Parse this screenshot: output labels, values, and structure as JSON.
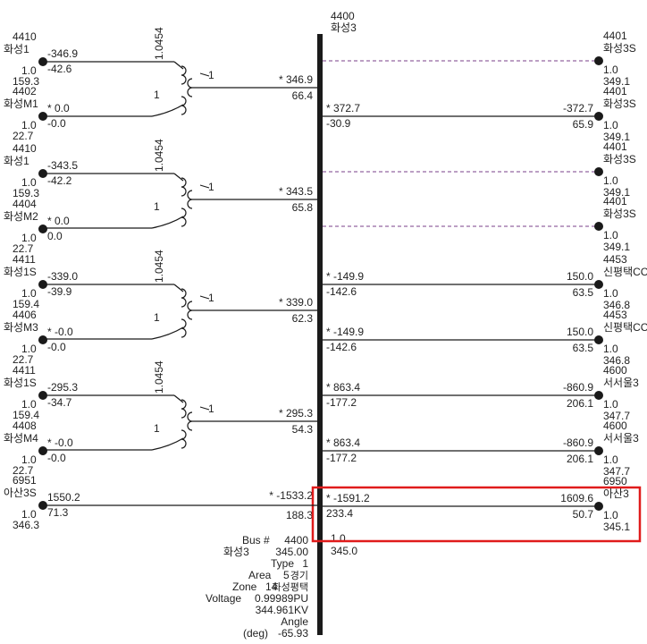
{
  "colors": {
    "line": "#1a1a1a",
    "dashed": "#7a3f8a",
    "highlight": "#e01b1b",
    "text": "#222222"
  },
  "main_bus": {
    "number": "4400",
    "name": "화성3"
  },
  "left_nodes": [
    {
      "num": "4410",
      "name": "화성1",
      "pu": "1.0",
      "kv": "159.3",
      "p": "-346.9",
      "q": "-42.6"
    },
    {
      "num": "4402",
      "name": "화성M1",
      "pu": "1.0",
      "kv": "22.7",
      "p": "* 0.0",
      "q": "-0.0"
    },
    {
      "num": "4410",
      "name": "화성1",
      "pu": "1.0",
      "kv": "159.3",
      "p": "-343.5",
      "q": "-42.2"
    },
    {
      "num": "4404",
      "name": "화성M2",
      "pu": "1.0",
      "kv": "22.7",
      "p": "* 0.0",
      "q": "0.0"
    },
    {
      "num": "4411",
      "name": "화성1S",
      "pu": "1.0",
      "kv": "159.4",
      "p": "-339.0",
      "q": "-39.9"
    },
    {
      "num": "4406",
      "name": "화성M3",
      "pu": "1.0",
      "kv": "22.7",
      "p": "* -0.0",
      "q": "-0.0"
    },
    {
      "num": "4411",
      "name": "화성1S",
      "pu": "1.0",
      "kv": "159.4",
      "p": "-295.3",
      "q": "-34.7"
    },
    {
      "num": "4408",
      "name": "화성M4",
      "pu": "1.0",
      "kv": "22.7",
      "p": "* -0.0",
      "q": "-0.0"
    },
    {
      "num": "6951",
      "name": "아산3S",
      "pu": "1.0",
      "kv": "346.3",
      "p": "1550.2",
      "q": "71.3"
    }
  ],
  "transformers": [
    {
      "ratio": "1.0454",
      "tap": "1",
      "tap2": "1",
      "p": "* 346.9",
      "q": "66.4"
    },
    {
      "ratio": "1.0454",
      "tap": "1",
      "tap2": "1",
      "p": "* 343.5",
      "q": "65.8"
    },
    {
      "ratio": "1.0454",
      "tap": "1",
      "tap2": "1",
      "p": "* 339.0",
      "q": "62.3"
    },
    {
      "ratio": "1.0454",
      "tap": "1",
      "tap2": "1",
      "p": "* 295.3",
      "q": "54.3"
    }
  ],
  "bottom_left_flow": {
    "p": "* -1533.2",
    "q": "188.3"
  },
  "right_branches": [
    {
      "num": "4401",
      "name": "화성3S",
      "pu": "1.0",
      "kv": "349.1",
      "dashed": true,
      "p_bus": "",
      "q_bus": "",
      "p_far": "",
      "q_far": ""
    },
    {
      "num": "4401",
      "name": "화성3S",
      "pu": "1.0",
      "kv": "349.1",
      "dashed": false,
      "p_bus": "* 372.7",
      "q_bus": "-30.9",
      "p_far": "-372.7",
      "q_far": "65.9"
    },
    {
      "num": "4401",
      "name": "화성3S",
      "pu": "1.0",
      "kv": "349.1",
      "dashed": true,
      "p_bus": "",
      "q_bus": "",
      "p_far": "",
      "q_far": ""
    },
    {
      "num": "4401",
      "name": "화성3S",
      "pu": "1.0",
      "kv": "349.1",
      "dashed": true,
      "p_bus": "",
      "q_bus": "",
      "p_far": "",
      "q_far": ""
    },
    {
      "num": "4453",
      "name": "신평택CC",
      "pu": "1.0",
      "kv": "346.8",
      "dashed": false,
      "p_bus": "* -149.9",
      "q_bus": "-142.6",
      "p_far": "150.0",
      "q_far": "63.5"
    },
    {
      "num": "4453",
      "name": "신평택CC",
      "pu": "1.0",
      "kv": "346.8",
      "dashed": false,
      "p_bus": "* -149.9",
      "q_bus": "-142.6",
      "p_far": "150.0",
      "q_far": "63.5"
    },
    {
      "num": "4600",
      "name": "서서울3",
      "pu": "1.0",
      "kv": "347.7",
      "dashed": false,
      "p_bus": "* 863.4",
      "q_bus": "-177.2",
      "p_far": "-860.9",
      "q_far": "206.1"
    },
    {
      "num": "4600",
      "name": "서서울3",
      "pu": "1.0",
      "kv": "347.7",
      "dashed": false,
      "p_bus": "* 863.4",
      "q_bus": "-177.2",
      "p_far": "-860.9",
      "q_far": "206.1"
    },
    {
      "num": "6950",
      "name": "아산3",
      "pu": "1.0",
      "kv": "345.1",
      "dashed": false,
      "p_bus": "* -1591.2",
      "q_bus": "233.4",
      "p_far": "1609.6",
      "q_far": "50.7"
    }
  ],
  "bus_info": {
    "bus_label": "Bus  #",
    "bus_num": "4400",
    "name": "화성3",
    "base_kv": "345.00",
    "type_label": "Type",
    "type": "1",
    "area_label": "Area",
    "area": "5",
    "area_name": "경기",
    "zone_label": "Zone",
    "zone": "14",
    "zone_name": "화성평택",
    "voltage_label": "Voltage",
    "voltage_pu": "0.99989PU",
    "voltage_kv": "344.961KV",
    "angle_label": "Angle",
    "angle_unit": "(deg)",
    "angle": "-65.93"
  },
  "bus_voltage_display": {
    "pu": "1.0",
    "kv": "345.0"
  }
}
